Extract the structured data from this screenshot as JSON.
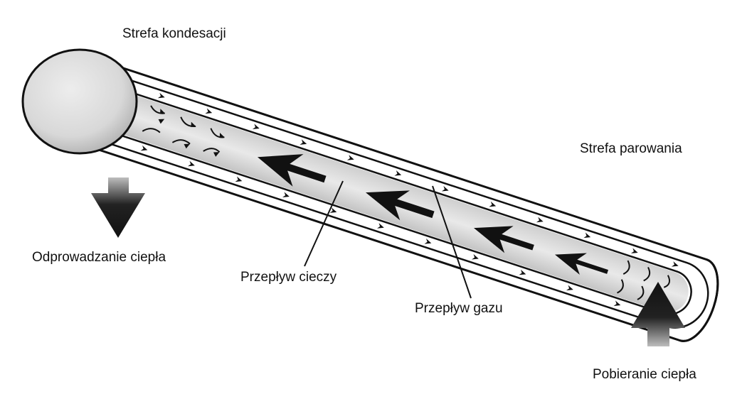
{
  "labels": {
    "condensation_zone": "Strefa kondesacji",
    "evaporation_zone": "Strefa parowania",
    "heat_removal": "Odprowadzanie ciepła",
    "liquid_flow": "Przepływ cieczy",
    "gas_flow": "Przepływ gazu",
    "heat_intake": "Pobieranie ciepła"
  },
  "colors": {
    "ink": "#111111",
    "fill_light": "#ededed",
    "fill_mid": "#c8c8c8",
    "fill_core": "#d2d2d2"
  },
  "icons": {
    "heat_out": "arrow-down-icon",
    "heat_in": "arrow-up-icon",
    "vapor": "flow-arrow-icon"
  }
}
